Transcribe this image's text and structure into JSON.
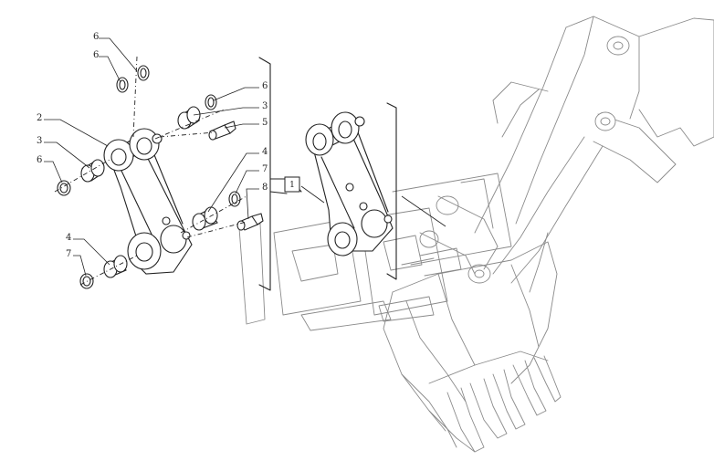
{
  "callouts": {
    "c6a": "6",
    "c6b": "6",
    "c6c": "6",
    "c3a": "3",
    "c5": "5",
    "c2": "2",
    "c3b": "3",
    "c6d": "6",
    "c4a": "4",
    "c7a": "7",
    "c8": "8",
    "c4b": "4",
    "c7b": "7"
  },
  "box_label": "1"
}
